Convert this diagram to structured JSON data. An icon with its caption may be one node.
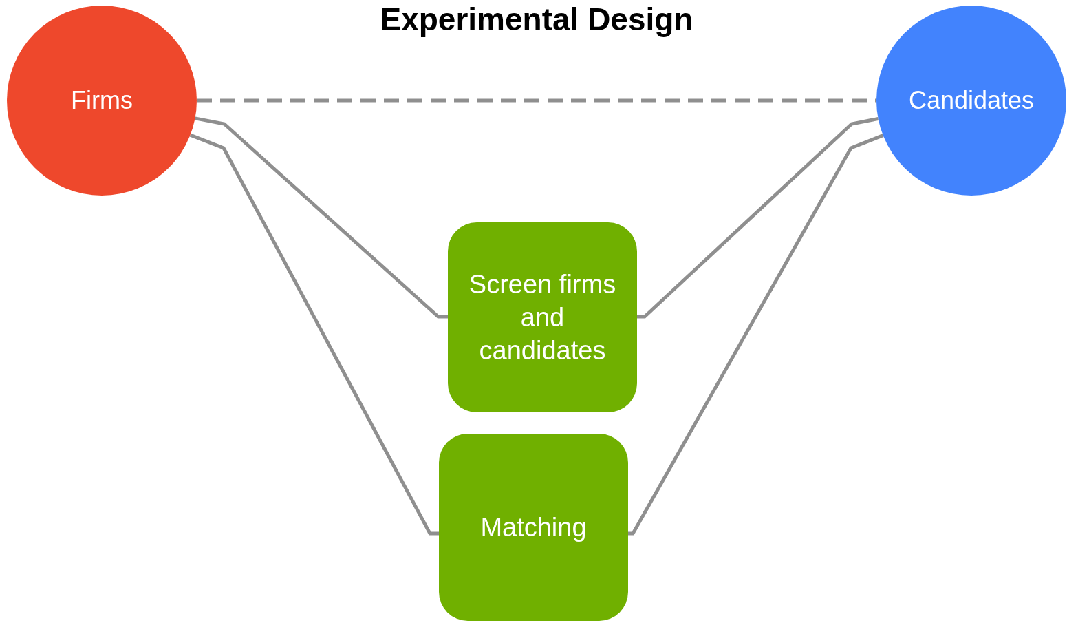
{
  "diagram": {
    "title": "Experimental Design",
    "nodes": [
      {
        "text": [
          "Firms"
        ]
      },
      {
        "text": [
          "Candidates"
        ]
      },
      {
        "text": [
          "Screen firms and candidates"
        ]
      },
      {
        "text": [
          "Matching"
        ]
      }
    ],
    "edges": [
      {
        "from": 0,
        "to": 1,
        "arrow": "none",
        "style": "dashed"
      },
      {
        "from": 0,
        "to": 2,
        "arrow": "none"
      },
      {
        "from": 0,
        "to": 3,
        "arrow": "none"
      },
      {
        "from": 1,
        "to": 2,
        "arrow": "none"
      },
      {
        "from": 1,
        "to": 3,
        "arrow": "none"
      }
    ]
  }
}
